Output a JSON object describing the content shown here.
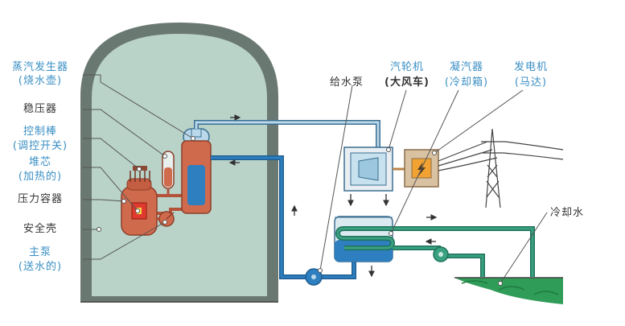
{
  "labels": {
    "steam_generator": "蒸汽发生器",
    "steam_generator_note": "(烧水壶)",
    "pressurizer": "稳压器",
    "control_rod": "控制棒",
    "control_rod_note": "(调控开关)",
    "core": "堆芯",
    "core_note": "(加热的)",
    "pressure_vessel": "压力容器",
    "containment": "安全壳",
    "main_pump": "主泵",
    "main_pump_note": "(送水的)",
    "feed_pump": "给水泵",
    "turbine": "汽轮机",
    "turbine_note": "(大风车)",
    "condenser": "凝汽器",
    "condenser_note": "(冷却箱)",
    "generator": "发电机",
    "generator_note": "(马达)",
    "cooling_water": "冷却水"
  },
  "colors": {
    "containment_fill": "#b9d3c9",
    "containment_wall": "#6a7872",
    "primary_loop": "#d06a4c",
    "steam_light": "#b9d8ea",
    "water_blue": "#2e7fbf",
    "cooling_green": "#3aa181",
    "label_blue": "#3a8fc4"
  }
}
